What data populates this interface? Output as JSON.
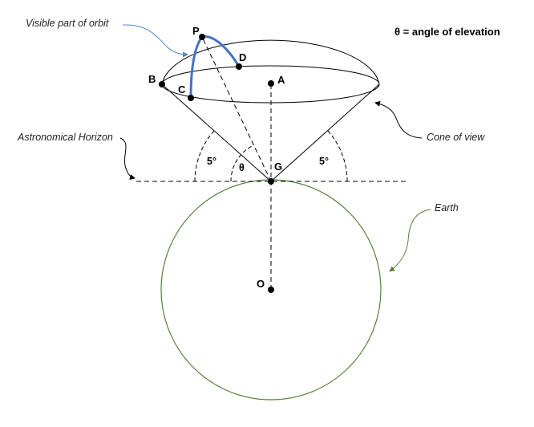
{
  "legend": {
    "theta_definition": "θ = angle of elevation"
  },
  "callouts": {
    "visible_orbit": "Visible part of orbit",
    "horizon": "Astronomical Horizon",
    "cone": "Cone of view",
    "earth": "Earth"
  },
  "points": {
    "P": "P",
    "D": "D",
    "B": "B",
    "C": "C",
    "A": "A",
    "G": "G",
    "O": "O"
  },
  "angles": {
    "left": "5°",
    "right": "5°",
    "theta": "θ"
  },
  "colors": {
    "orbit": "#4472c4",
    "earth": "#548235",
    "lines": "#000000",
    "callout_arrow_blue": "#4a86c8",
    "callout_arrow_earth": "#548235"
  }
}
